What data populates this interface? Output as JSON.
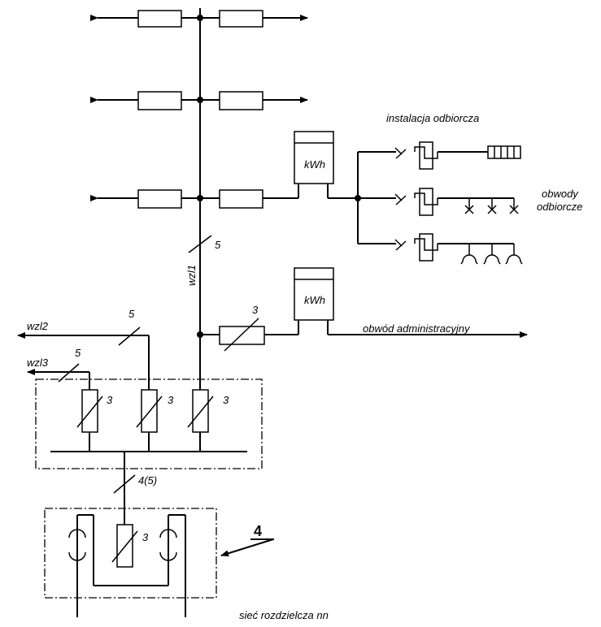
{
  "labels": {
    "installation": "instalacja odbiorcza",
    "circuits_line1": "obwody",
    "circuits_line2": "odbiorcze",
    "admin_circuit": "obwód administracyjny",
    "network": "sieć rozdzielcza nn",
    "wzl1": "wzl1",
    "wzl2": "wzl2",
    "wzl3": "wzl3",
    "meter_1": "kWh",
    "meter_2": "kWh",
    "node_4": "4"
  },
  "conductor_counts": {
    "wzl1": "5",
    "wzl2": "5",
    "wzl3": "5",
    "admin": "3",
    "fuse_a": "3",
    "fuse_b": "3",
    "fuse_c": "3",
    "feed": "4(5)",
    "fuse_bottom": "3"
  }
}
